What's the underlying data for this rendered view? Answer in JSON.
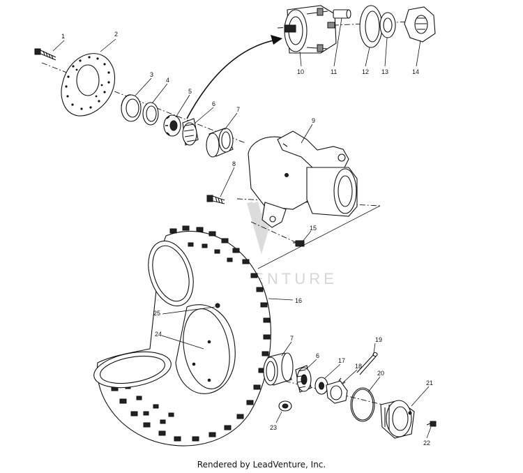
{
  "watermark": "LEADVENTURE",
  "credit": "Rendered by LeadVenture, Inc.",
  "callouts": [
    "1",
    "2",
    "3",
    "4",
    "5",
    "6",
    "7",
    "8",
    "9",
    "10",
    "11",
    "12",
    "13",
    "14",
    "15",
    "16",
    "7",
    "6",
    "17",
    "18",
    "19",
    "20",
    "21",
    "22",
    "23",
    "24",
    "25"
  ]
}
